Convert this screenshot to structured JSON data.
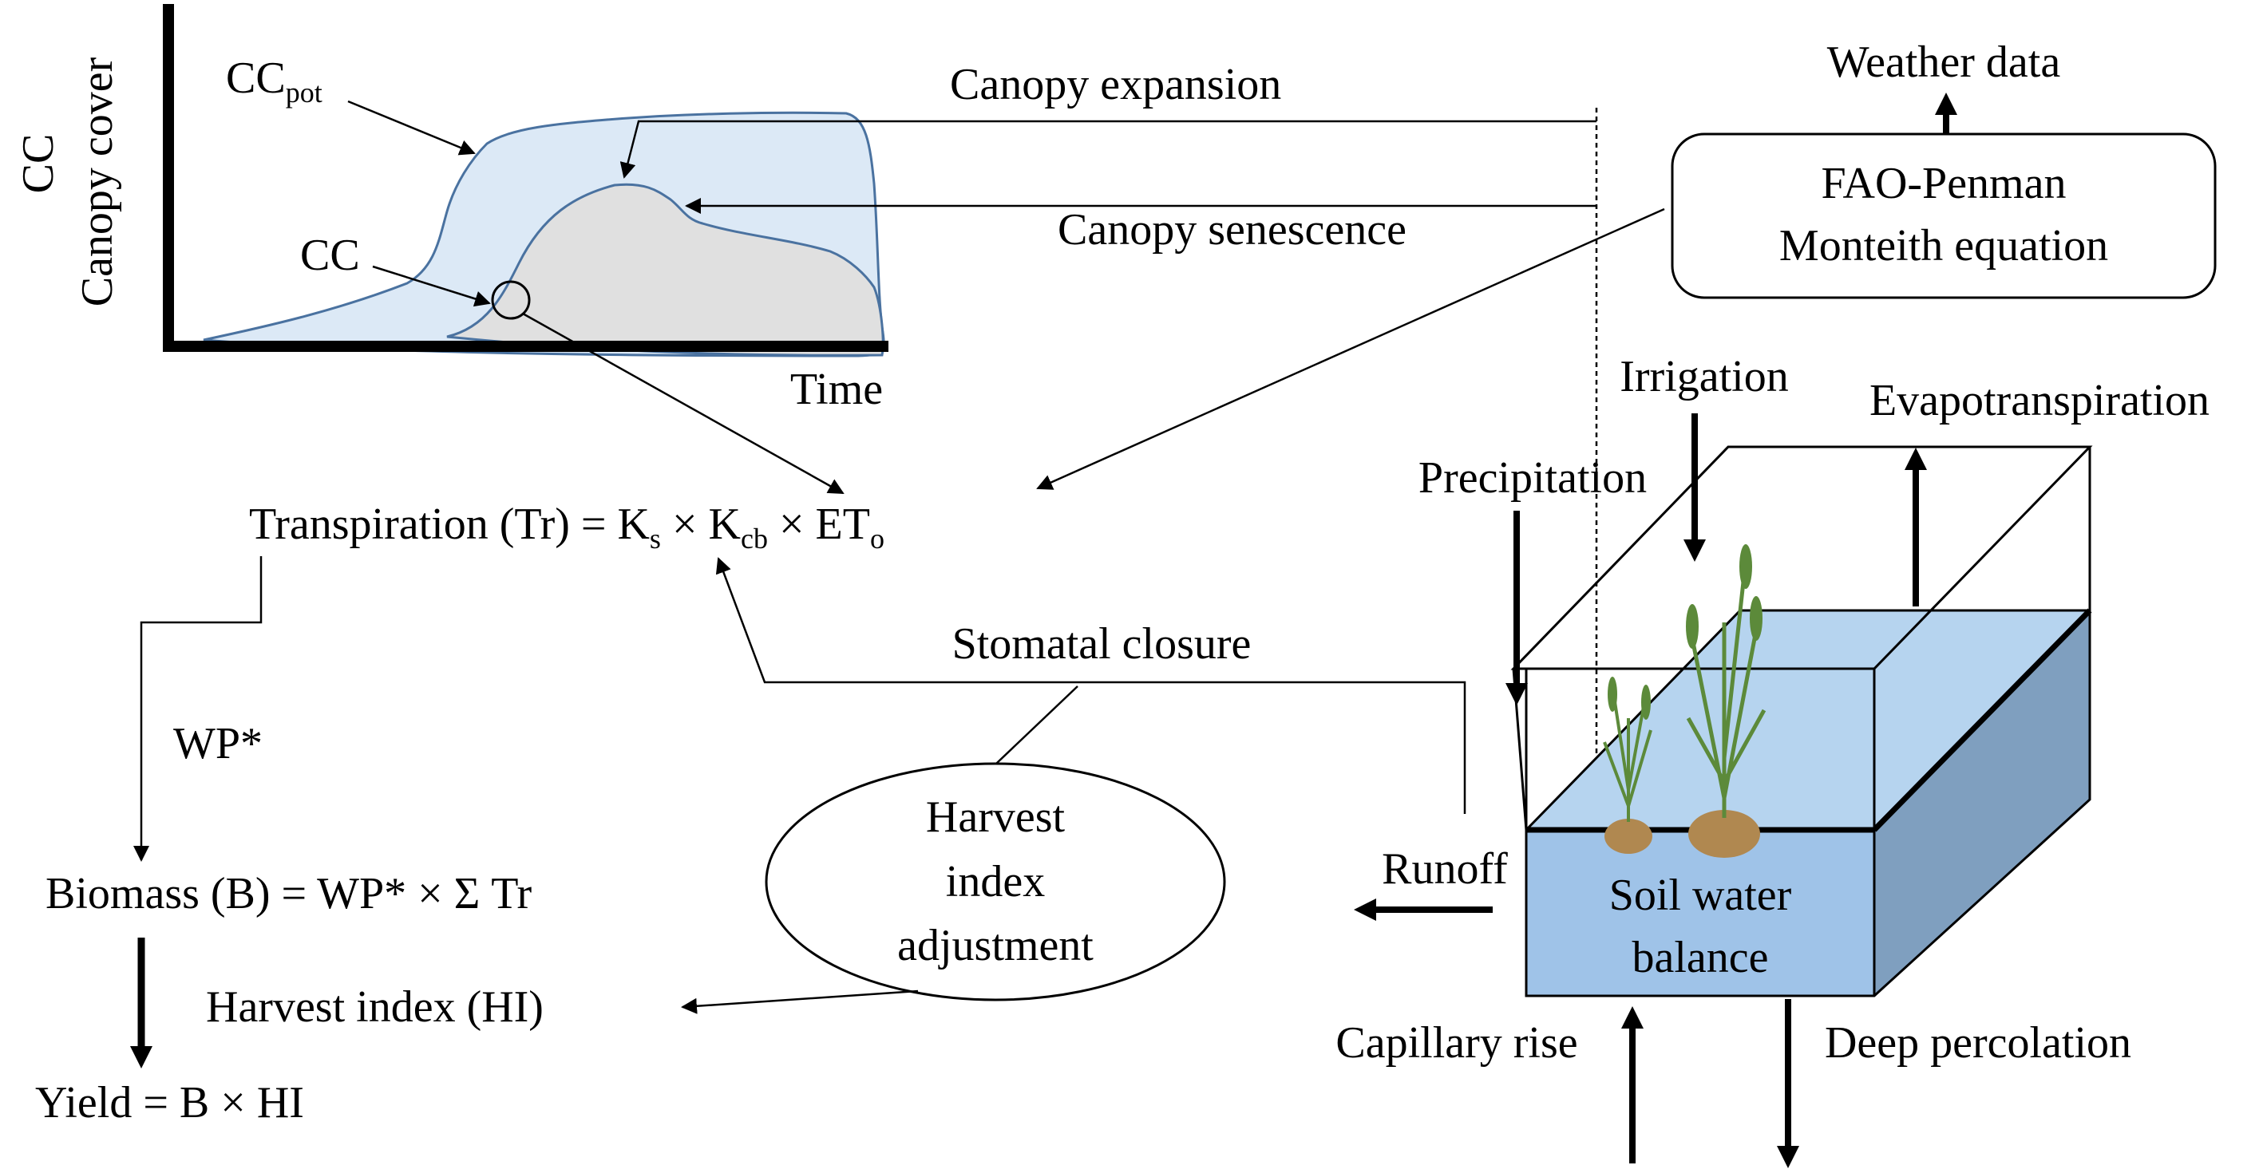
{
  "colors": {
    "cc_pot_fill": "#dce9f6",
    "cc_fill": "#e0e0e0",
    "curve_stroke": "#4a72a0",
    "water_front": "#9fc3e8",
    "water_top": "#b6d4ef",
    "water_side": "#7f9fbf",
    "plant_leaf": "#5c8a3a",
    "plant_root": "#b08850"
  },
  "canopy_chart": {
    "y_axis_abbrev": "CC",
    "y_axis_label": "Canopy cover",
    "x_axis_label": "Time",
    "cc_pot_label": {
      "main": "CC",
      "sub": "pot"
    },
    "cc_label": "CC"
  },
  "labels": {
    "canopy_expansion": "Canopy expansion",
    "canopy_senescence": "Canopy senescence",
    "weather_data": "Weather data",
    "fao_line1": "FAO-Penman",
    "fao_line2": "Monteith equation",
    "irrigation": "Irrigation",
    "evapotranspiration": "Evapotranspiration",
    "precipitation": "Precipitation",
    "stomatal_closure": "Stomatal closure",
    "wp_star": "WP*",
    "biomass": "Biomass (B) = WP* × Σ Tr",
    "harvest_index": "Harvest index (HI)",
    "yield": "Yield = B × HI",
    "hi_adj_line1": "Harvest",
    "hi_adj_line2": "index",
    "hi_adj_line3": "adjustment",
    "runoff": "Runoff",
    "soil_line1": "Soil water",
    "soil_line2": "balance",
    "capillary_rise": "Capillary rise",
    "deep_percolation": "Deep percolation"
  },
  "transpiration": {
    "prefix": "Transpiration (Tr) = K",
    "ks_sub": "s",
    "times1": " × K",
    "kcb_sub": "cb",
    "times2": " × ET",
    "eto_sub": "o"
  }
}
